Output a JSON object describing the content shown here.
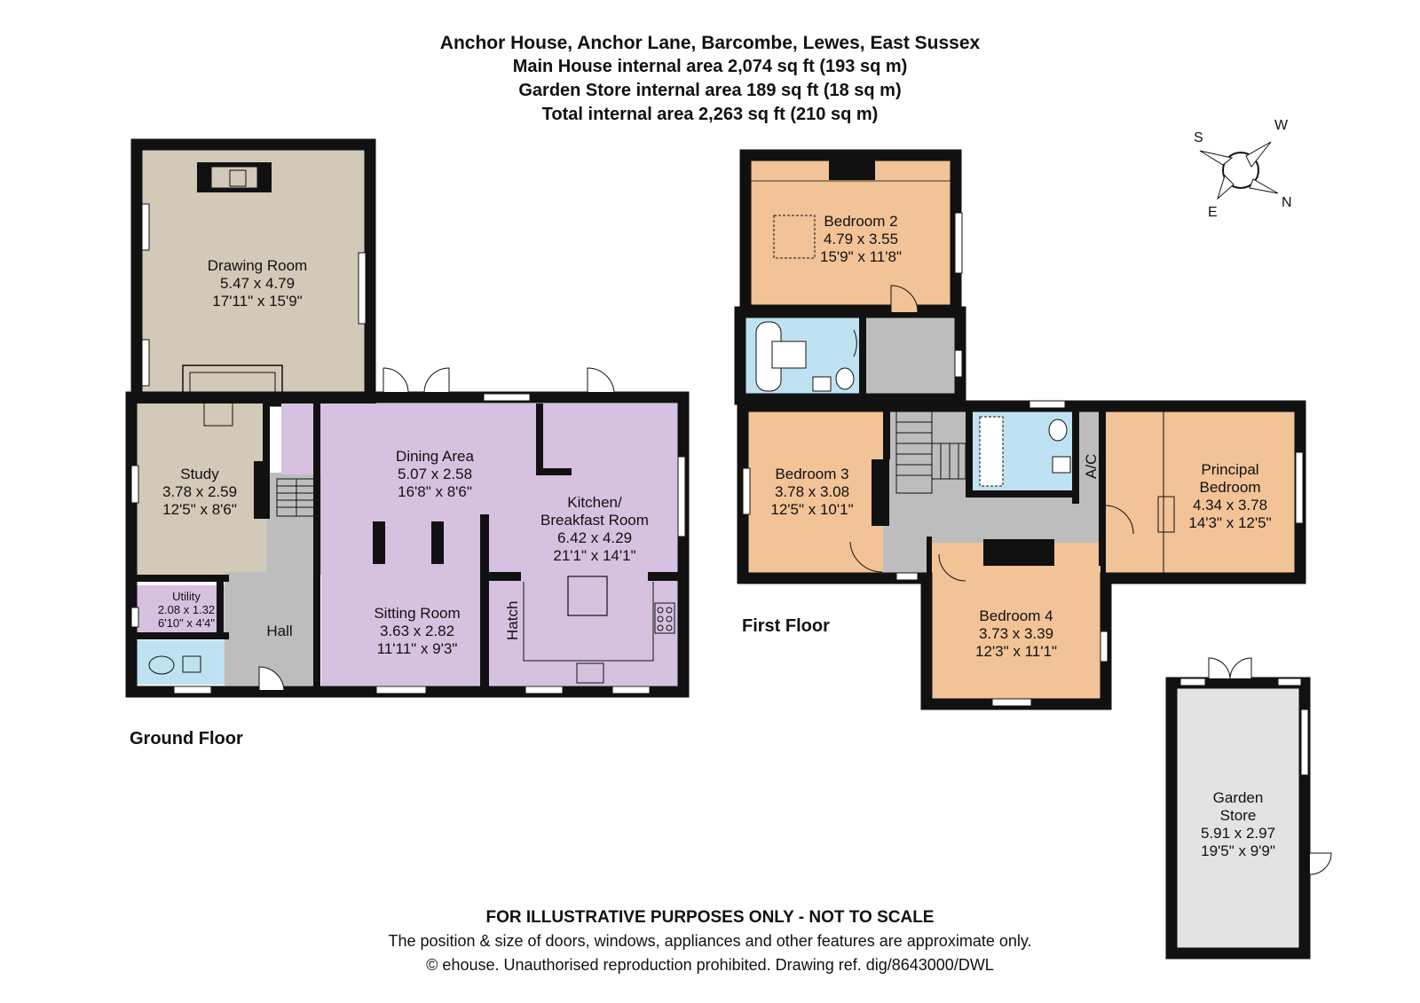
{
  "header": {
    "title": "Anchor House, Anchor Lane, Barcombe, Lewes, East Sussex",
    "main_house": "Main House internal area 2,074 sq ft (193 sq m)",
    "garden_store": "Garden Store internal area 189 sq ft (18 sq m)",
    "total": "Total internal area 2,263 sq ft (210 sq m)"
  },
  "floors": {
    "ground": "Ground Floor",
    "first": "First Floor"
  },
  "rooms": {
    "drawing_room": {
      "name": "Drawing Room",
      "metric": "5.47 x 4.79",
      "imperial": "17'11\" x 15'9\""
    },
    "study": {
      "name": "Study",
      "metric": "3.78 x 2.59",
      "imperial": "12'5\" x 8'6\""
    },
    "utility": {
      "name": "Utility",
      "metric": "2.08 x 1.32",
      "imperial": "6'10\" x 4'4\""
    },
    "hall": {
      "name": "Hall"
    },
    "dining": {
      "name": "Dining Area",
      "metric": "5.07 x 2.58",
      "imperial": "16'8\" x 8'6\""
    },
    "sitting": {
      "name": "Sitting Room",
      "metric": "3.63 x 2.82",
      "imperial": "11'11\" x 9'3\""
    },
    "kitchen": {
      "name1": "Kitchen/",
      "name2": "Breakfast Room",
      "metric": "6.42 x 4.29",
      "imperial": "21'1\" x 14'1\""
    },
    "hatch": "Hatch",
    "bedroom2": {
      "name": "Bedroom 2",
      "metric": "4.79 x 3.55",
      "imperial": "15'9\" x 11'8\""
    },
    "bedroom3": {
      "name": "Bedroom 3",
      "metric": "3.78 x 3.08",
      "imperial": "12'5\" x 10'1\""
    },
    "bedroom4": {
      "name": "Bedroom 4",
      "metric": "3.73 x 3.39",
      "imperial": "12'3\" x 11'1\""
    },
    "principal": {
      "name1": "Principal",
      "name2": "Bedroom",
      "metric": "4.34 x 3.78",
      "imperial": "14'3\" x 12'5\""
    },
    "ac": "A/C",
    "garden_store": {
      "name1": "Garden",
      "name2": "Store",
      "metric": "5.91 x 2.97",
      "imperial": "19'5\" x 9'9\""
    }
  },
  "compass": {
    "s": "S",
    "w": "W",
    "e": "E",
    "n": "N"
  },
  "footer": {
    "line1": "FOR ILLUSTRATIVE PURPOSES ONLY - NOT TO SCALE",
    "line2": "The position & size of doors, windows, appliances and other features are approximate only.",
    "line3": "© ehouse. Unauthorised reproduction prohibited. Drawing ref. dig/8643000/DWL"
  },
  "colors": {
    "wall": "#111111",
    "drawing_room": "#d3c9b8",
    "study": "#d3c9b8",
    "purple": "#d6c1e0",
    "hall": "#bdbdbd",
    "bathroom": "#bfe2f2",
    "bedroom": "#f1c397",
    "garden_store": "#e3e3e3"
  }
}
